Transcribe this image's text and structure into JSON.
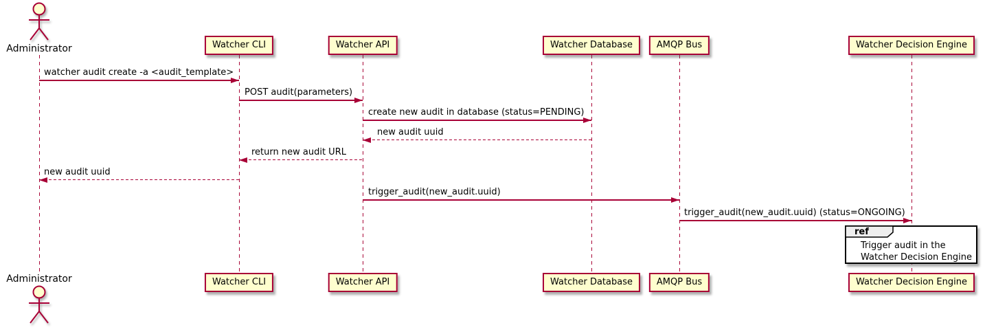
{
  "colors": {
    "line": "#A80036",
    "participant-fill": "#FEFECE",
    "text": "#000000",
    "ref-header-fill": "#EEEEEE",
    "ref-border": "#000000",
    "background": "#FFFFFF"
  },
  "actor": {
    "name": "Administrator"
  },
  "participants": [
    {
      "label": "Watcher CLI"
    },
    {
      "label": "Watcher API"
    },
    {
      "label": "Watcher Database"
    },
    {
      "label": "AMQP Bus"
    },
    {
      "label": "Watcher Decision Engine"
    }
  ],
  "messages": [
    {
      "from": "Administrator",
      "to": "Watcher CLI",
      "style": "solid",
      "text": "watcher audit create -a <audit_template>"
    },
    {
      "from": "Watcher CLI",
      "to": "Watcher API",
      "style": "solid",
      "text": "POST audit(parameters)"
    },
    {
      "from": "Watcher API",
      "to": "Watcher Database",
      "style": "solid",
      "text": "create new audit in database (status=PENDING)"
    },
    {
      "from": "Watcher Database",
      "to": "Watcher API",
      "style": "dashed",
      "text": "new audit uuid"
    },
    {
      "from": "Watcher API",
      "to": "Watcher CLI",
      "style": "dashed",
      "text": "return new audit URL"
    },
    {
      "from": "Watcher CLI",
      "to": "Administrator",
      "style": "dashed",
      "text": "new audit uuid"
    },
    {
      "from": "Watcher API",
      "to": "AMQP Bus",
      "style": "solid",
      "text": "trigger_audit(new_audit.uuid)"
    },
    {
      "from": "AMQP Bus",
      "to": "Watcher Decision Engine",
      "style": "solid",
      "text": "trigger_audit(new_audit.uuid) (status=ONGOING)"
    }
  ],
  "ref": {
    "keyword": "ref",
    "line1": "Trigger audit in the",
    "line2": "Watcher Decision Engine"
  }
}
